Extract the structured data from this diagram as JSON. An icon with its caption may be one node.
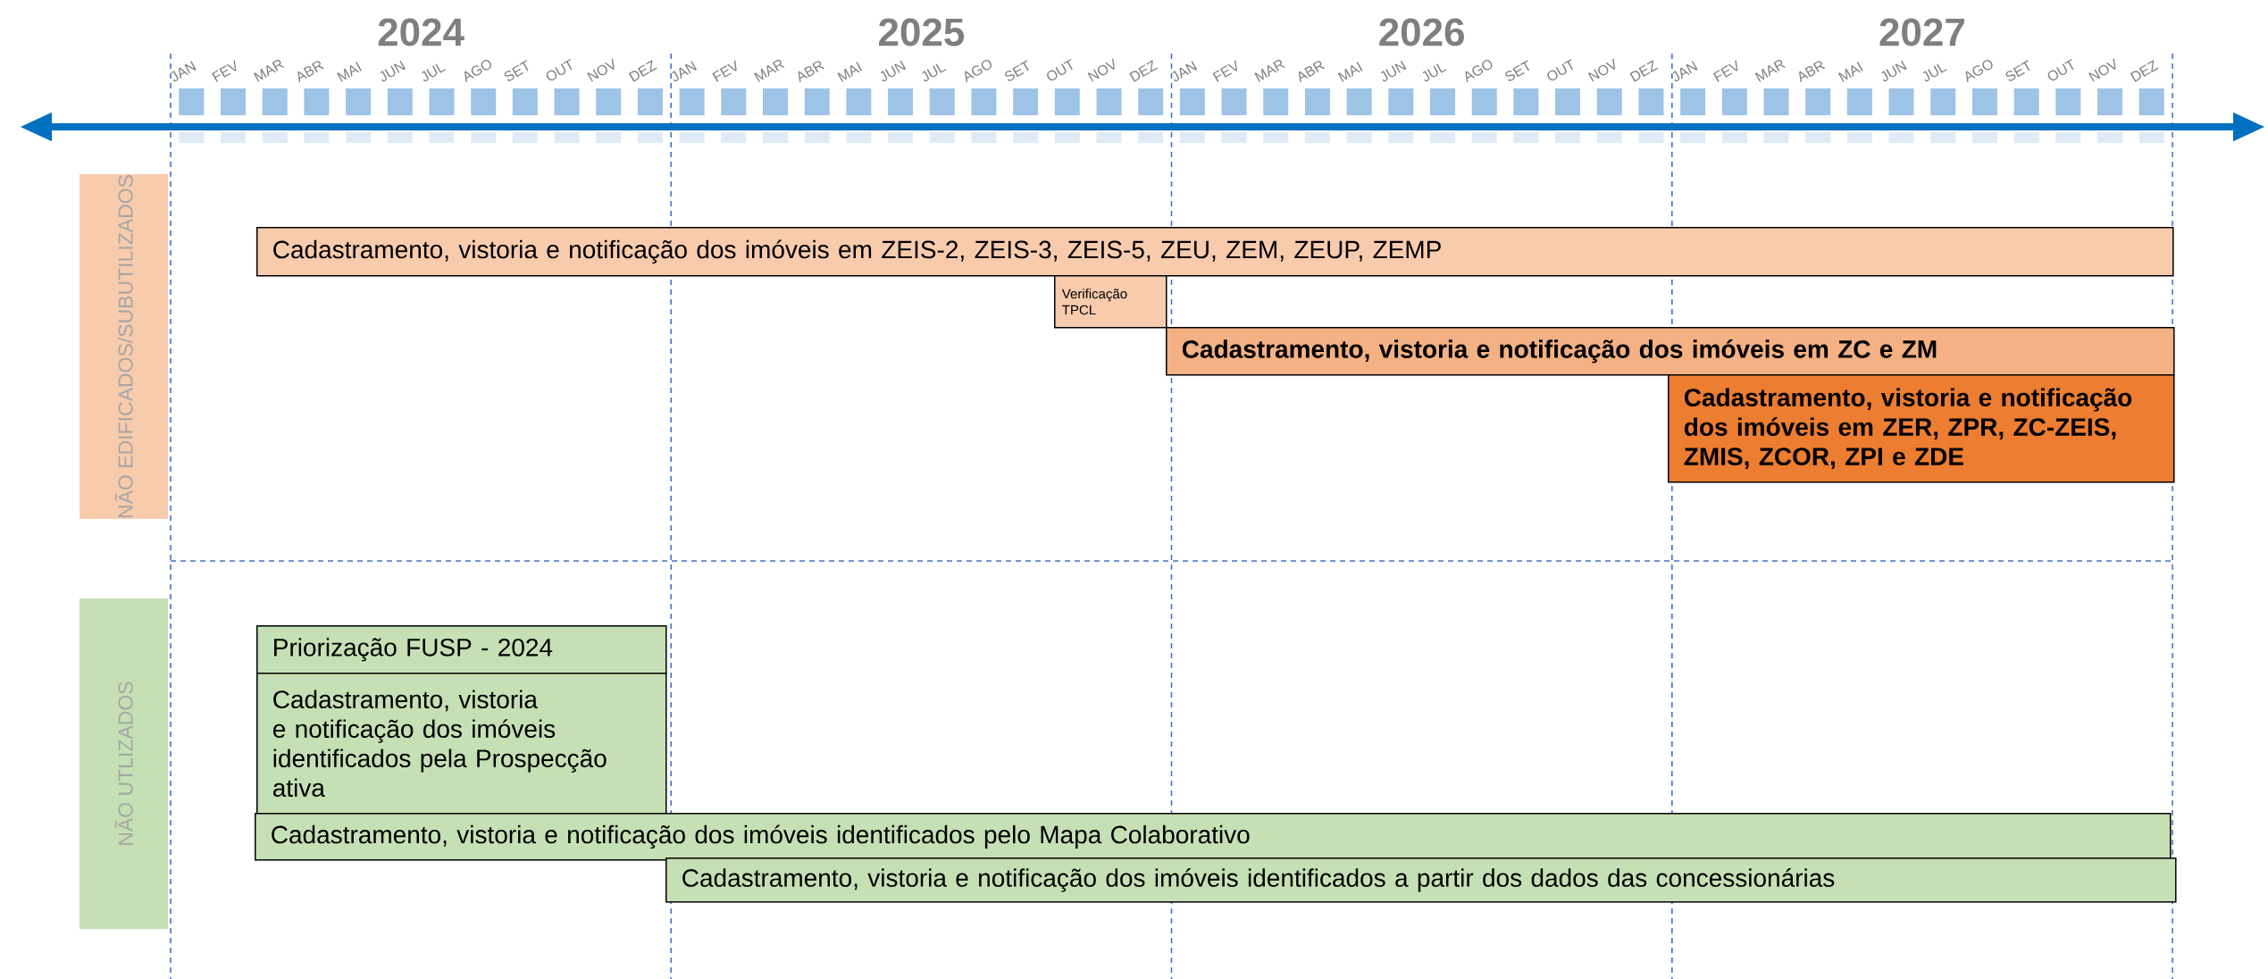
{
  "diagram": {
    "nodes": [
      {
        "text": [
          "NÃO EDIFICADOS/SUBUTILIZADOS"
        ]
      },
      {
        "text": [
          "Cadastramento, vistoria e notificação dos imóveis em ZEIS-2, ZEIS-3, ZEIS-5, ZEU, ZEM, ZEUP, ZEMP"
        ]
      },
      {
        "text": [
          "Verificação TPCL"
        ]
      },
      {
        "text": [
          "Cadastramento, vistoria e notificação dos imóveis em ZC e ZM"
        ]
      },
      {
        "text": [
          "Cadastramento, vistoria e notificação dos imóveis em ZER, ZPR, ZC-ZEIS, ZMIS, ZCOR, ZPI e ZDE"
        ]
      },
      {
        "text": [
          "NÃO UTLIZADOS"
        ]
      },
      {
        "text": [
          "Priorização FUSP - 2024"
        ]
      },
      {
        "text": [
          "Cadastramento, vistoria e notificação dos imóveis identificados pela Prospecção ativa"
        ]
      },
      {
        "text": [
          "Cadastramento, vistoria e notificação dos imóveis identificados pelo Mapa Colaborativo"
        ]
      },
      {
        "text": [
          "Cadastramento, vistoria e notificação dos imóveis identificados a partir dos dados das concessionárias"
        ]
      }
    ],
    "labels": [
      "2024",
      "2025",
      "2026",
      "2027",
      "JAN",
      "FEV",
      "MAR",
      "ABR",
      "MAI",
      "JUN",
      "JUL",
      "AGO",
      "SET",
      "OUT",
      "NOV",
      "DEZ",
      "JAN",
      "FEV",
      "MAR",
      "ABR",
      "MAI",
      "JUN",
      "JUL",
      "AGO",
      "SET",
      "OUT",
      "NOV",
      "DEZ",
      "JAN",
      "FEV",
      "MAR",
      "ABR",
      "MAI",
      "JUN",
      "JUL",
      "AGO",
      "SET",
      "OUT",
      "NOV",
      "DEZ",
      "JAN",
      "FEV",
      "MAR",
      "ABR",
      "MAI",
      "JUN",
      "JUL",
      "AGO",
      "SET",
      "OUT",
      "NOV",
      "DEZ"
    ]
  }
}
